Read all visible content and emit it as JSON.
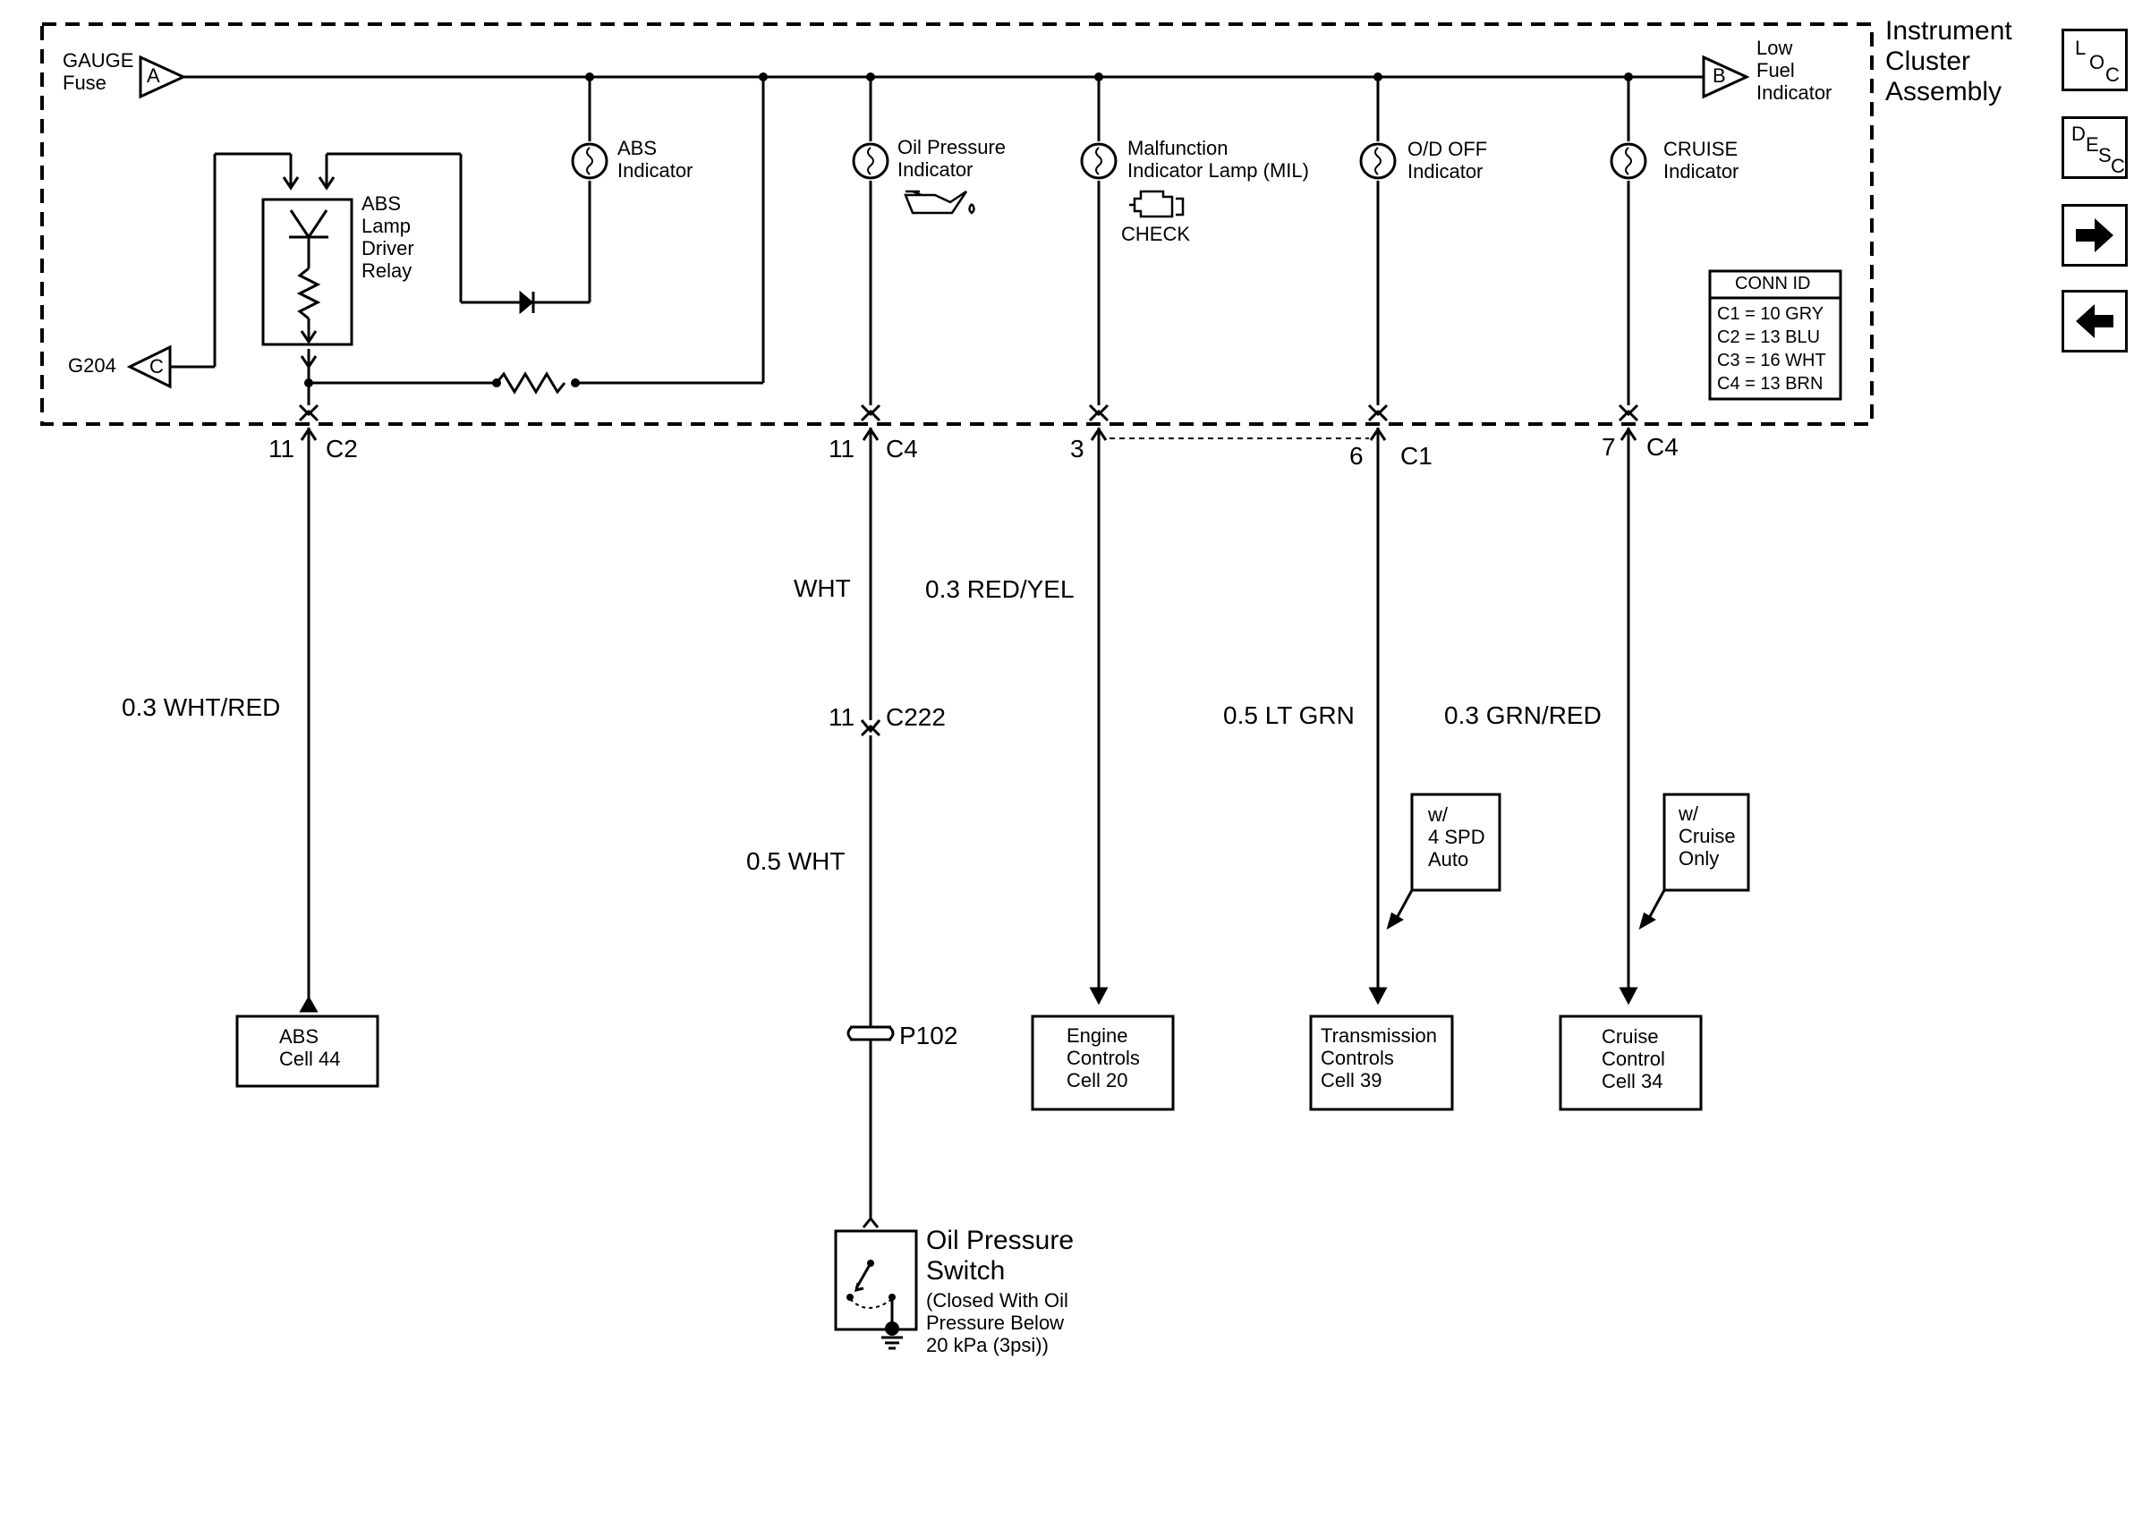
{
  "assembly": {
    "title": "Instrument\nCluster\nAssembly"
  },
  "fuse": {
    "label": "GAUGE\nFuse",
    "connector": "A"
  },
  "low_fuel": {
    "connector": "B",
    "label": "Low\nFuel\nIndicator"
  },
  "ground": {
    "label": "G204",
    "connector": "C"
  },
  "relay": {
    "label": "ABS\nLamp\nDriver\nRelay"
  },
  "indicators": {
    "abs": "ABS\nIndicator",
    "oil": "Oil Pressure\nIndicator",
    "mil": "Malfunction\nIndicator Lamp (MIL)",
    "mil_icon_text": "CHECK",
    "od_off": "O/D OFF\nIndicator",
    "cruise": "CRUISE\nIndicator"
  },
  "conn_id": {
    "title": "CONN ID",
    "rows": [
      "C1 = 10 GRY",
      "C2 = 13 BLU",
      "C3 = 16 WHT",
      "C4 = 13 BRN"
    ]
  },
  "pins": {
    "abs": {
      "num": "11",
      "conn": "C2"
    },
    "oil": {
      "num": "11",
      "conn": "C4"
    },
    "mil": {
      "num": "3"
    },
    "od": {
      "num": "6",
      "conn": "C1"
    },
    "cruise": {
      "num": "7",
      "conn": "C4"
    },
    "c222": {
      "num": "11",
      "conn": "C222"
    },
    "p102": "P102"
  },
  "wires": {
    "abs": "0.3 WHT/RED",
    "oil_upper": "WHT",
    "oil_lower": "0.5 WHT",
    "mil": "0.3 RED/YEL",
    "od": "0.5 LT GRN",
    "cruise": "0.3 GRN/RED"
  },
  "notes": {
    "trans": "w/\n4 SPD\nAuto",
    "cruise": "w/\nCruise\nOnly"
  },
  "destinations": {
    "abs": "ABS\nCell 44",
    "engine": "Engine\nControls\nCell 20",
    "trans": "Transmission\nControls\nCell 39",
    "cruise": "Cruise\nControl\nCell 34"
  },
  "oil_switch": {
    "title": "Oil Pressure\nSwitch",
    "desc": "(Closed With Oil\nPressure Below\n20 kPa (3psi))"
  },
  "nav": {
    "loc": {
      "l1": "L",
      "l2": "O",
      "l3": "C"
    },
    "desc": {
      "l1": "D",
      "l2": "E",
      "l3": "S",
      "l4": "C"
    },
    "next_icon": "arrow-right-icon",
    "prev_icon": "arrow-left-icon"
  }
}
